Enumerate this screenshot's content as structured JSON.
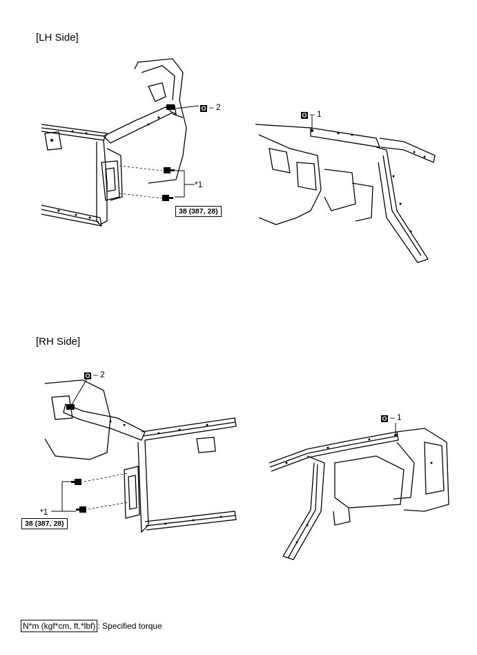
{
  "lh_section": {
    "title": "[LH Side]",
    "left_view": {
      "callout_2": "– 2",
      "bolt_ref": "*1",
      "torque": "38 (387, 28)"
    },
    "right_view": {
      "callout_1": "– 1"
    }
  },
  "rh_section": {
    "title": "[RH Side]",
    "left_view": {
      "callout_2": "– 2",
      "bolt_ref": "*1",
      "torque": "38 (387, 28)"
    },
    "right_view": {
      "callout_1": "– 1"
    }
  },
  "legend": {
    "unit": "N*m (kgf*cm, ft.*lbf)",
    "description": ": Specified torque"
  },
  "badge_symbol": "O"
}
